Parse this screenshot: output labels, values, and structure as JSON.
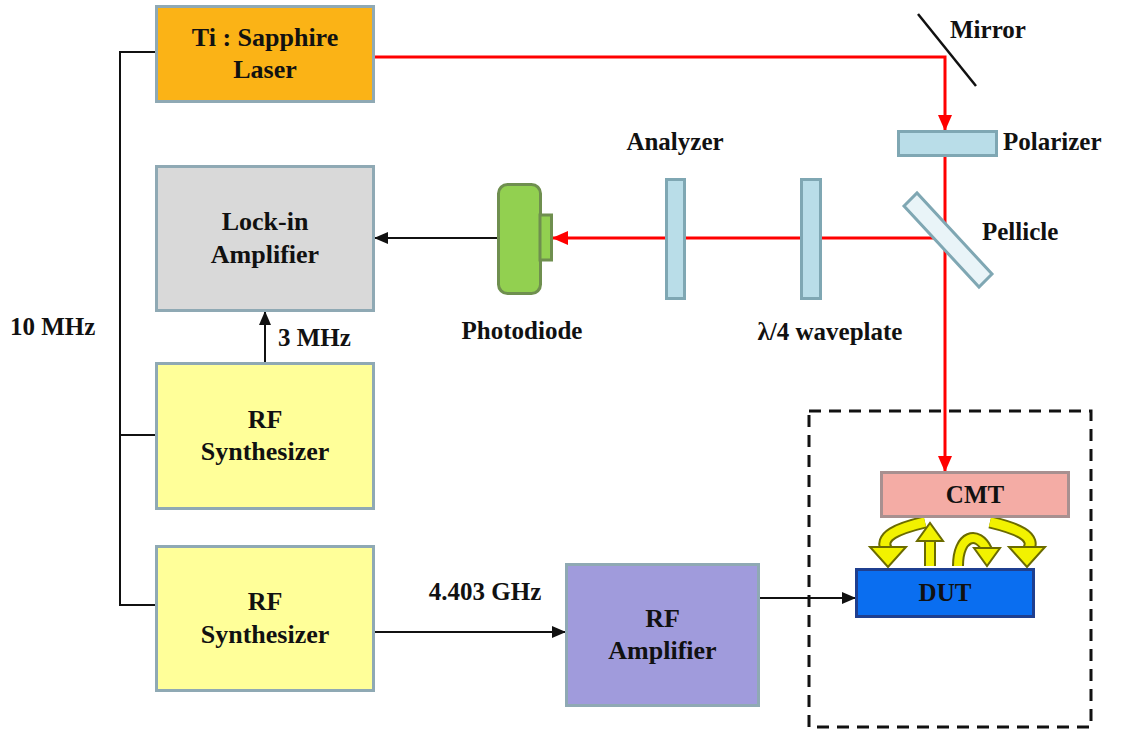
{
  "diagram": {
    "nodes": [
      {
        "text": [
          "Ti : Sapphire Laser"
        ]
      },
      {
        "text": [
          "Polarizer"
        ]
      },
      {
        "text": [
          "Lock-in Amplifier"
        ]
      },
      {
        "text": [
          "Photodiode"
        ]
      },
      {
        "text": [
          "Analyzer"
        ]
      },
      {
        "text": [
          "λ/4 waveplate"
        ]
      },
      {
        "text": [
          "Pellicle"
        ]
      },
      {
        "text": [
          "RF Synthesizer"
        ]
      },
      {
        "text": [
          "RF Synthesizer"
        ]
      },
      {
        "text": [
          "RF Amplifier"
        ]
      },
      {
        "text": [
          "CMT"
        ]
      },
      {
        "text": [
          "DUT"
        ]
      }
    ],
    "edges": [
      {
        "from": 0,
        "to": 1,
        "arrow": "to"
      },
      {
        "from": 1,
        "to": 6,
        "arrow": "none"
      },
      {
        "from": 6,
        "to": 10,
        "arrow": "to"
      },
      {
        "from": 6,
        "to": 5,
        "arrow": "none"
      },
      {
        "from": 5,
        "to": 4,
        "arrow": "none"
      },
      {
        "from": 4,
        "to": 3,
        "arrow": "to"
      },
      {
        "from": 3,
        "to": 2,
        "arrow": "to"
      },
      {
        "from": 7,
        "to": 2,
        "label": "3 MHz",
        "arrow": "to"
      },
      {
        "from": 0,
        "to": 7,
        "arrow": "none"
      },
      {
        "from": 0,
        "to": 8,
        "arrow": "none"
      },
      {
        "from": 8,
        "to": 9,
        "label": "4.403 GHz",
        "arrow": "to"
      },
      {
        "from": 9,
        "to": 11,
        "arrow": "to"
      }
    ],
    "labels": [
      "Mirror",
      "10 MHz"
    ]
  }
}
